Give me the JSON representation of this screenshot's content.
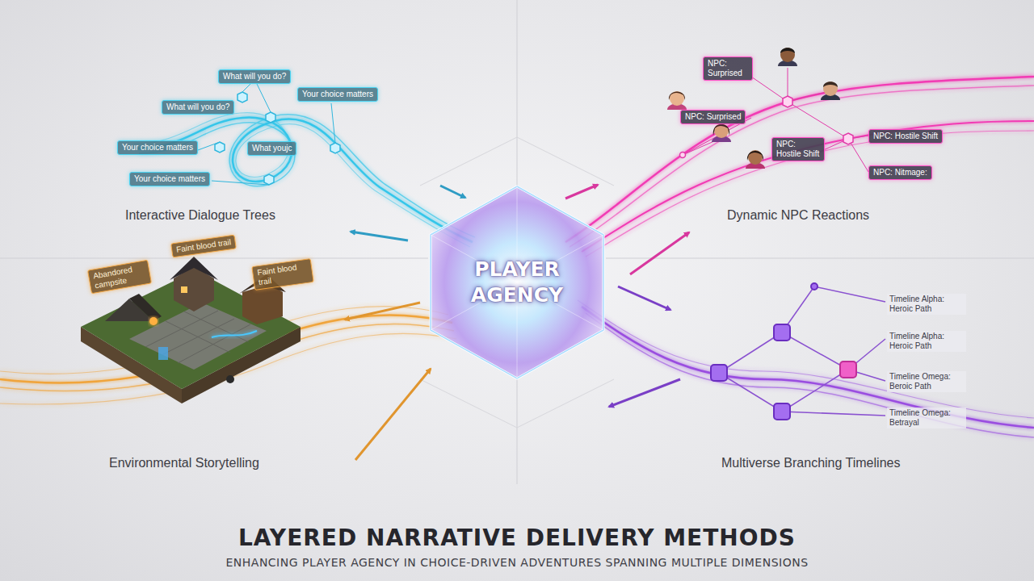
{
  "diagram": {
    "title": "LAYERED NARRATIVE DELIVERY METHODS",
    "caption": "ENHANCING PLAYER AGENCY IN CHOICE-DRIVEN ADVENTURES SPANNING MULTIPLE DIMENSIONS",
    "nodes": [
      {
        "text": [
          "PLAYER AGENCY"
        ]
      },
      {
        "text": [
          "What will you do?"
        ]
      },
      {
        "text": [
          "What will you do?"
        ]
      },
      {
        "text": [
          "Your choice matters"
        ]
      },
      {
        "text": [
          "Your choice matters"
        ]
      },
      {
        "text": [
          "What youjc"
        ]
      },
      {
        "text": [
          "Your choice matters"
        ]
      },
      {
        "text": [
          "NPC: Surprised"
        ]
      },
      {
        "text": [
          "NPC: Surprised"
        ]
      },
      {
        "text": [
          "NPC: Hostile Shift"
        ]
      },
      {
        "text": [
          "NPC: Hostile Shift"
        ]
      },
      {
        "text": [
          "NPC: Nitmage:"
        ]
      },
      {
        "text": [
          "Abandored campsite"
        ]
      },
      {
        "text": [
          "Faint blood trail"
        ]
      },
      {
        "text": [
          "Faint blood trail"
        ]
      }
    ],
    "labels": [
      "Interactive Dialogue Trees",
      "Dynamic NPC Reactions",
      "Timeline Alpha: Heroic Path",
      "Timeline Alpha: Heroic Path",
      "Timeline Omega: Beroic Path",
      "Timeline Omega: Betrayal",
      "Environmental Storytelling",
      "Multiverse Branching Timelines"
    ]
  }
}
